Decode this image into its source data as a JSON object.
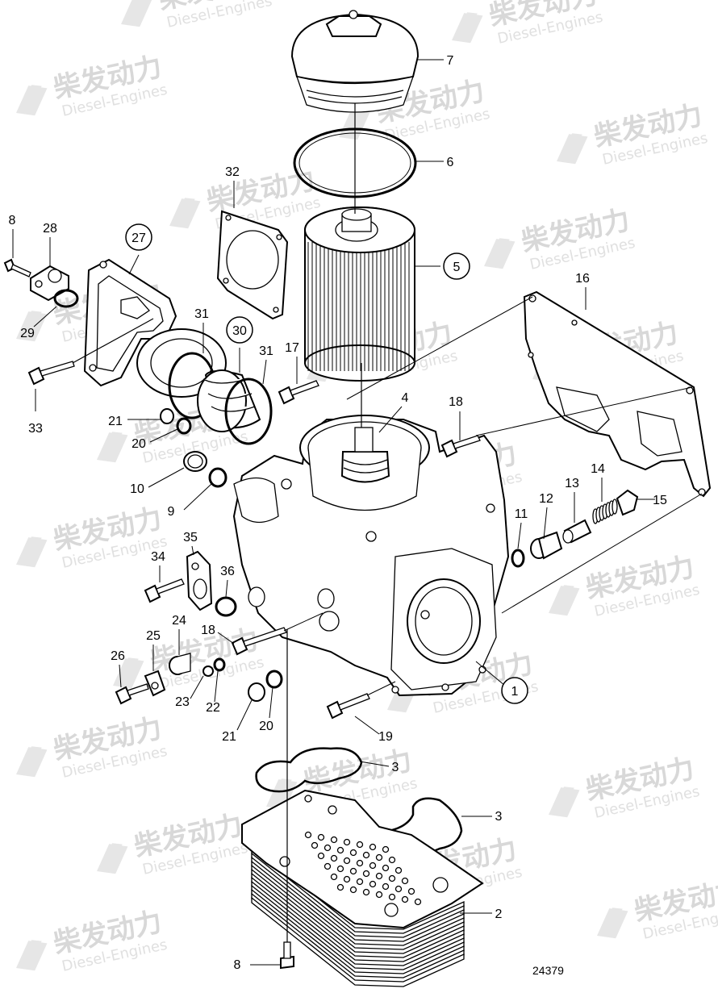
{
  "watermark": {
    "brand": "柴发动力",
    "sub": "Diesel-Engines"
  },
  "callouts": [
    {
      "n": "7"
    },
    {
      "n": "6"
    },
    {
      "n": "5",
      "circled": true
    },
    {
      "n": "32"
    },
    {
      "n": "8"
    },
    {
      "n": "28"
    },
    {
      "n": "27",
      "circled": true
    },
    {
      "n": "29"
    },
    {
      "n": "31"
    },
    {
      "n": "30",
      "circled": true
    },
    {
      "n": "31"
    },
    {
      "n": "16"
    },
    {
      "n": "17"
    },
    {
      "n": "4"
    },
    {
      "n": "33"
    },
    {
      "n": "21"
    },
    {
      "n": "20"
    },
    {
      "n": "18"
    },
    {
      "n": "10"
    },
    {
      "n": "9"
    },
    {
      "n": "14"
    },
    {
      "n": "13"
    },
    {
      "n": "12"
    },
    {
      "n": "11"
    },
    {
      "n": "15"
    },
    {
      "n": "35"
    },
    {
      "n": "34"
    },
    {
      "n": "36"
    },
    {
      "n": "24"
    },
    {
      "n": "18"
    },
    {
      "n": "25"
    },
    {
      "n": "26"
    },
    {
      "n": "23"
    },
    {
      "n": "22"
    },
    {
      "n": "1",
      "circled": true
    },
    {
      "n": "21"
    },
    {
      "n": "20"
    },
    {
      "n": "19"
    },
    {
      "n": "3"
    },
    {
      "n": "3"
    },
    {
      "n": "2"
    },
    {
      "n": "8"
    }
  ],
  "drawing_number": "24379"
}
